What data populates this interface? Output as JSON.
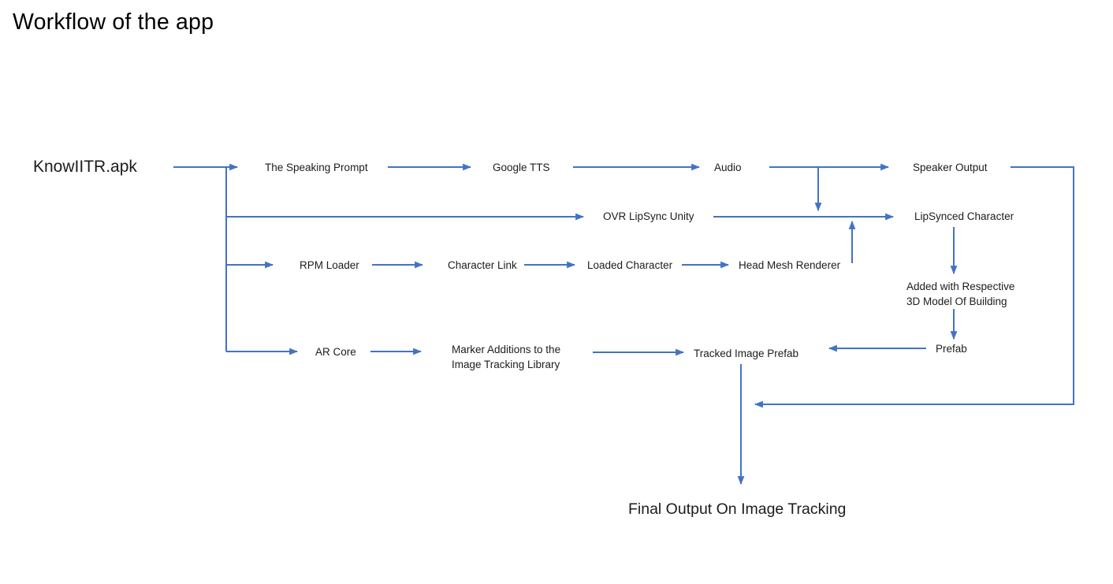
{
  "title": "Workflow of the app",
  "colors": {
    "arrow_blue": "#4472C4",
    "text_black": "#1C1C1C"
  },
  "nodes": {
    "apk": "KnowIITR.apk",
    "speaking_prompt": "The Speaking Prompt",
    "google_tts": "Google TTS",
    "audio": "Audio",
    "speaker_output": "Speaker Output",
    "ovr_lipsync": "OVR LipSync Unity",
    "lipsynced_character": "LipSynced Character",
    "rpm_loader": "RPM Loader",
    "character_link": "Character Link",
    "loaded_character": "Loaded Character",
    "head_mesh_renderer": "Head Mesh Renderer",
    "added_model": {
      "line1": "Added with Respective",
      "line2": "3D Model Of Building"
    },
    "ar_core": "AR Core",
    "marker_additions": {
      "line1": "Marker Additions to the",
      "line2": "Image Tracking Library"
    },
    "tracked_image_prefab": "Tracked Image Prefab",
    "prefab": "Prefab",
    "final_output": "Final Output On Image Tracking"
  },
  "edges": [
    {
      "from": "KnowIITR.apk",
      "to": "The Speaking Prompt"
    },
    {
      "from": "KnowIITR.apk",
      "to": "OVR LipSync Unity"
    },
    {
      "from": "KnowIITR.apk",
      "to": "RPM Loader"
    },
    {
      "from": "KnowIITR.apk",
      "to": "AR Core"
    },
    {
      "from": "The Speaking Prompt",
      "to": "Google TTS"
    },
    {
      "from": "Google TTS",
      "to": "Audio"
    },
    {
      "from": "Audio",
      "to": "Speaker Output"
    },
    {
      "from": "Audio",
      "to": "OVR LipSync Unity"
    },
    {
      "from": "OVR LipSync Unity",
      "to": "LipSynced Character"
    },
    {
      "from": "RPM Loader",
      "to": "Character Link"
    },
    {
      "from": "Character Link",
      "to": "Loaded Character"
    },
    {
      "from": "Loaded Character",
      "to": "Head Mesh Renderer"
    },
    {
      "from": "Head Mesh Renderer",
      "to": "OVR LipSync Unity"
    },
    {
      "from": "LipSynced Character",
      "to": "Added with Respective 3D Model Of Building"
    },
    {
      "from": "Added with Respective 3D Model Of Building",
      "to": "Prefab"
    },
    {
      "from": "AR Core",
      "to": "Marker Additions to the Image Tracking Library"
    },
    {
      "from": "Marker Additions to the Image Tracking Library",
      "to": "Tracked Image Prefab"
    },
    {
      "from": "Prefab",
      "to": "Tracked Image Prefab"
    },
    {
      "from": "Speaker Output",
      "to": "Tracked Image Prefab"
    },
    {
      "from": "Tracked Image Prefab",
      "to": "Final Output On Image Tracking"
    }
  ]
}
